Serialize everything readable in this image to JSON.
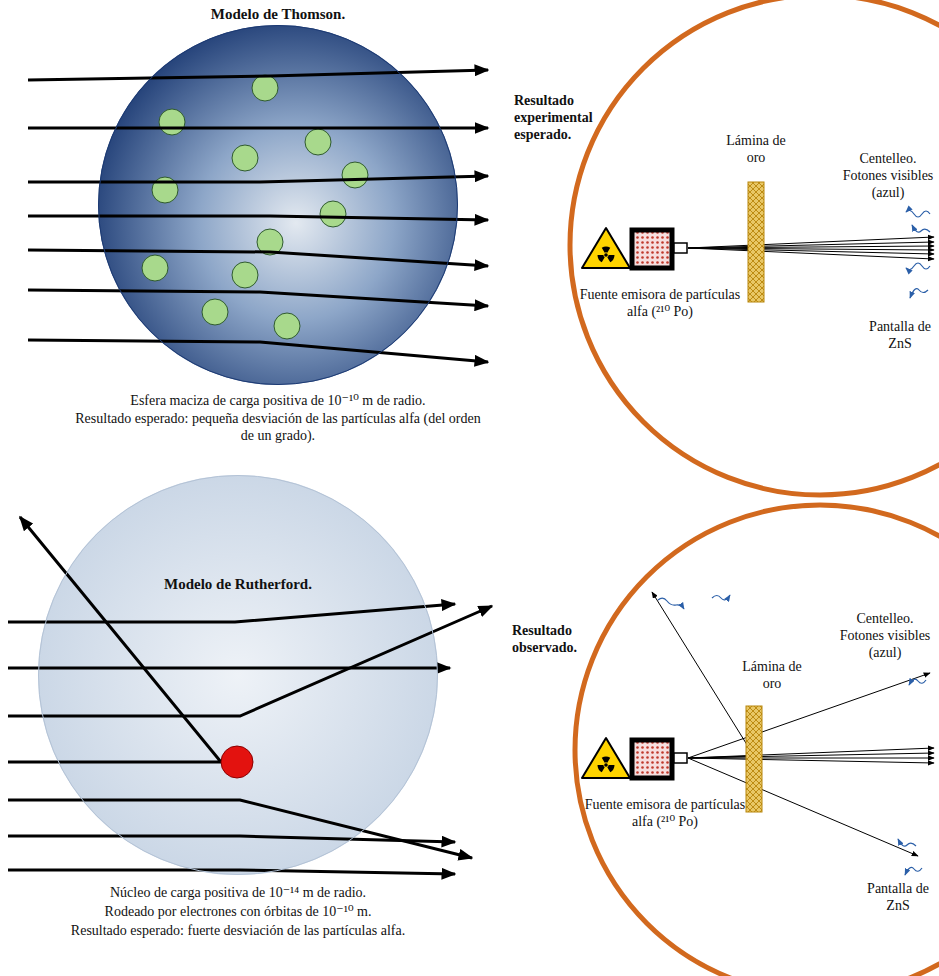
{
  "diagram": {
    "nodes": [
      {
        "text": [
          "Modelo de Thomson."
        ]
      },
      {
        "text": [
          "Modelo de Rutherford."
        ]
      }
    ],
    "labels": [
      "Esfera maciza de carga positiva de 10⁻¹⁰ m de radio.",
      "Resultado esperado: pequeña desviación de las partículas alfa (del orden de un grado).",
      "Resultado experimental esperado.",
      "Lámina de oro",
      "Centelleo. Fotones visibles (azul)",
      "Fuente emisora de partículas alfa (²¹⁰ Po)",
      "Pantalla de ZnS",
      "Núcleo de carga positiva de 10⁻¹⁴ m de radio.",
      "Rodeado por electrones con órbitas de 10⁻¹⁰ m.",
      "Resultado esperado: fuerte desviación de las partículas alfa.",
      "Resultado observado.",
      "Centelleo. Fotones visibles (azul)",
      "Lámina de oro",
      "Fuente emisora de partículas alfa (²¹⁰ Po)",
      "Pantalla de ZnS"
    ]
  }
}
